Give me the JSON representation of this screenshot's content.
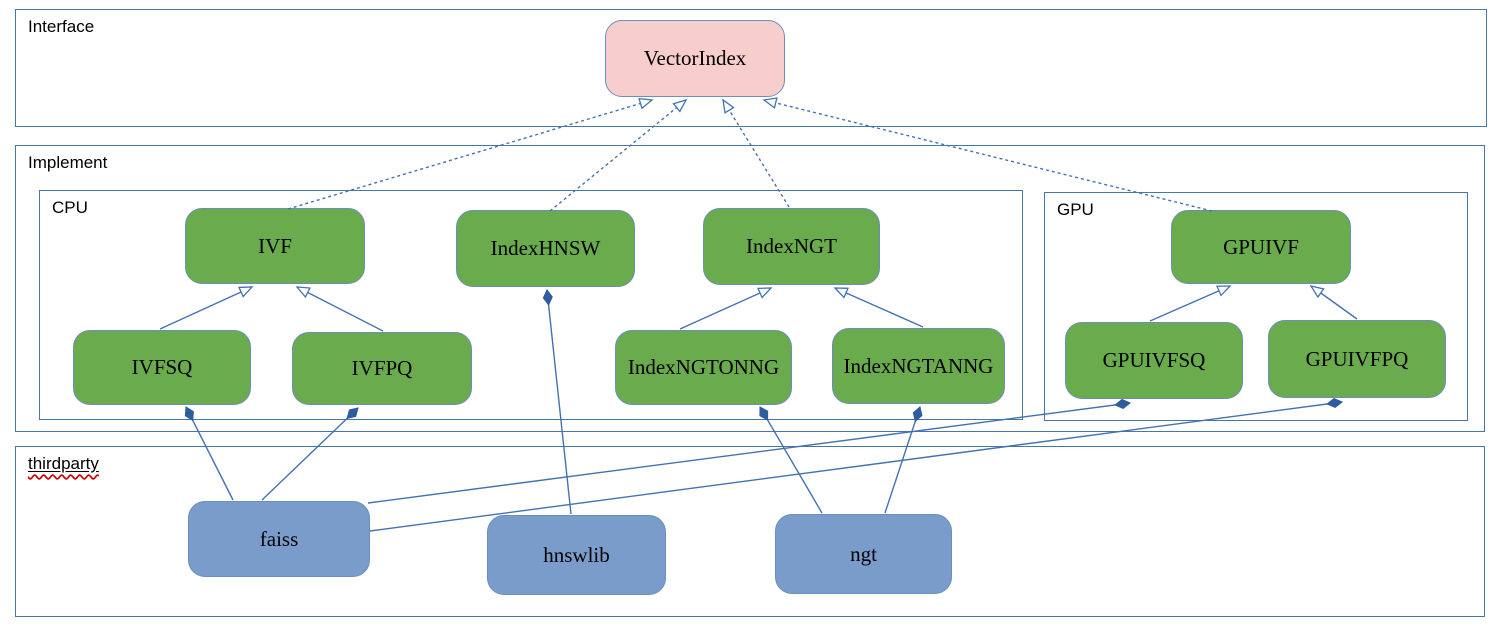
{
  "diagram": {
    "containers": {
      "interface": {
        "label": "Interface"
      },
      "implement": {
        "label": "Implement"
      },
      "cpu": {
        "label": "CPU"
      },
      "gpu": {
        "label": "GPU"
      },
      "thirdparty": {
        "label": "thirdparty"
      }
    },
    "nodes": {
      "vectorindex": {
        "label": "VectorIndex",
        "category": "interface"
      },
      "ivf": {
        "label": "IVF",
        "category": "cpu"
      },
      "indexhnsw": {
        "label": "IndexHNSW",
        "category": "cpu"
      },
      "indexngt": {
        "label": "IndexNGT",
        "category": "cpu"
      },
      "ivfsq": {
        "label": "IVFSQ",
        "category": "cpu"
      },
      "ivfpq": {
        "label": "IVFPQ",
        "category": "cpu"
      },
      "indexngtonng": {
        "label": "IndexNGTONNG",
        "category": "cpu"
      },
      "indexngtanng": {
        "label": "IndexNGTANNG",
        "category": "cpu"
      },
      "gpuivf": {
        "label": "GPUIVF",
        "category": "gpu"
      },
      "gpuivfsq": {
        "label": "GPUIVFSQ",
        "category": "gpu"
      },
      "gpuivfpq": {
        "label": "GPUIVFPQ",
        "category": "gpu"
      },
      "faiss": {
        "label": "faiss",
        "category": "thirdparty"
      },
      "hnswlib": {
        "label": "hnswlib",
        "category": "thirdparty"
      },
      "ngt": {
        "label": "ngt",
        "category": "thirdparty"
      }
    },
    "edges": [
      {
        "from": "IVF",
        "to": "VectorIndex",
        "relation": "realizes",
        "line": "dashed",
        "head": "open-triangle"
      },
      {
        "from": "IndexHNSW",
        "to": "VectorIndex",
        "relation": "realizes",
        "line": "dashed",
        "head": "open-triangle"
      },
      {
        "from": "IndexNGT",
        "to": "VectorIndex",
        "relation": "realizes",
        "line": "dashed",
        "head": "open-triangle"
      },
      {
        "from": "GPUIVF",
        "to": "VectorIndex",
        "relation": "realizes",
        "line": "dashed",
        "head": "open-triangle"
      },
      {
        "from": "IVFSQ",
        "to": "IVF",
        "relation": "extends",
        "line": "solid",
        "head": "open-triangle"
      },
      {
        "from": "IVFPQ",
        "to": "IVF",
        "relation": "extends",
        "line": "solid",
        "head": "open-triangle"
      },
      {
        "from": "IndexNGTONNG",
        "to": "IndexNGT",
        "relation": "extends",
        "line": "solid",
        "head": "open-triangle"
      },
      {
        "from": "IndexNGTANNG",
        "to": "IndexNGT",
        "relation": "extends",
        "line": "solid",
        "head": "open-triangle"
      },
      {
        "from": "GPUIVFSQ",
        "to": "GPUIVF",
        "relation": "extends",
        "line": "solid",
        "head": "open-triangle"
      },
      {
        "from": "GPUIVFPQ",
        "to": "GPUIVF",
        "relation": "extends",
        "line": "solid",
        "head": "open-triangle"
      },
      {
        "from": "faiss",
        "to": "IVFSQ",
        "relation": "composes",
        "line": "solid",
        "head": "filled-diamond"
      },
      {
        "from": "faiss",
        "to": "IVFPQ",
        "relation": "composes",
        "line": "solid",
        "head": "filled-diamond"
      },
      {
        "from": "faiss",
        "to": "GPUIVFSQ",
        "relation": "composes",
        "line": "solid",
        "head": "filled-diamond"
      },
      {
        "from": "faiss",
        "to": "GPUIVFPQ",
        "relation": "composes",
        "line": "solid",
        "head": "filled-diamond"
      },
      {
        "from": "hnswlib",
        "to": "IndexHNSW",
        "relation": "composes",
        "line": "solid",
        "head": "filled-diamond"
      },
      {
        "from": "ngt",
        "to": "IndexNGTONNG",
        "relation": "composes",
        "line": "solid",
        "head": "filled-diamond"
      },
      {
        "from": "ngt",
        "to": "IndexNGTANNG",
        "relation": "composes",
        "line": "solid",
        "head": "filled-diamond"
      }
    ],
    "colors": {
      "interface-fill": "#f8cecc",
      "node-fill": "#6aab4d",
      "thirdparty-fill": "#7a9cca",
      "node-border": "#6c8ebf",
      "container-border": "#4676ac",
      "edge": "#4472b0",
      "diamond": "#2e5c9e",
      "label": "#000000",
      "spellcheck": "#cc0000"
    }
  }
}
